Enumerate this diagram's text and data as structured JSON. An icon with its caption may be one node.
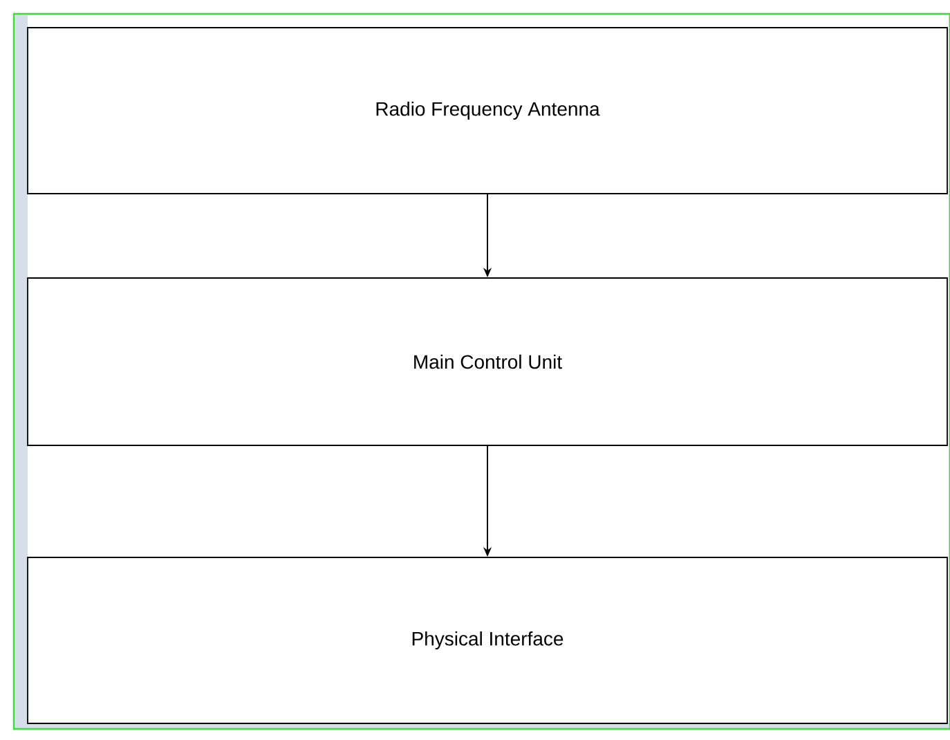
{
  "diagram": {
    "nodes": [
      {
        "text": [
          "Radio Frequency Antenna"
        ]
      },
      {
        "text": [
          "Main Control Unit"
        ]
      },
      {
        "text": [
          "Physical Interface"
        ]
      }
    ],
    "edges": [
      {
        "from": 0,
        "to": 1,
        "arrow": "to"
      },
      {
        "from": 1,
        "to": 2,
        "arrow": "to"
      }
    ]
  }
}
